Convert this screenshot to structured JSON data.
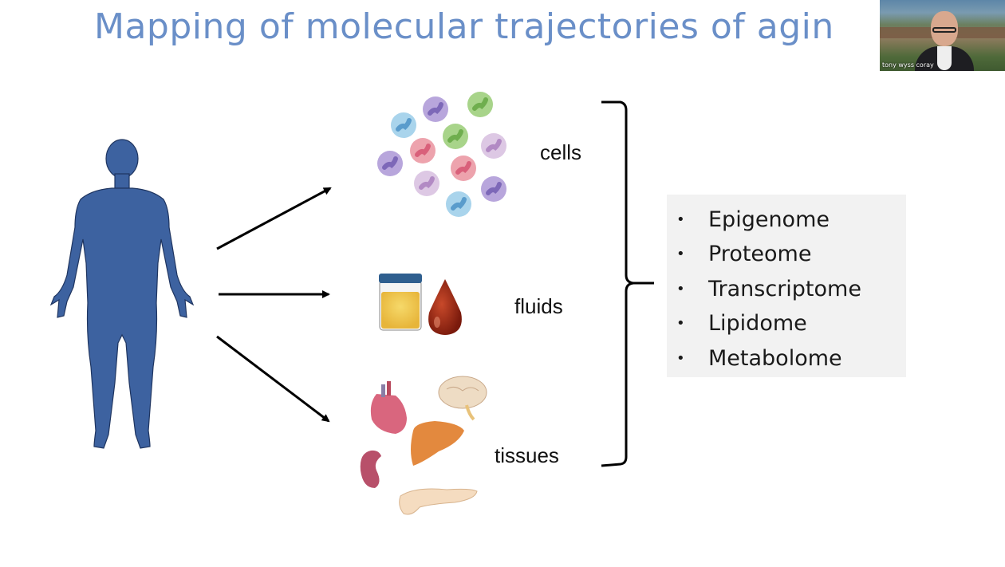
{
  "slide": {
    "title": "Mapping of molecular trajectories of agin",
    "title_color": "#6a8fc8",
    "sources": [
      {
        "label": "cells",
        "icon": "blood-cells-icon"
      },
      {
        "label": "fluids",
        "icon": "urine-cup-and-blood-drop-icon"
      },
      {
        "label": "tissues",
        "icon": "organs-icon"
      }
    ],
    "omics_list": {
      "bullet": "•",
      "items": [
        "Epigenome",
        "Proteome",
        "Transcriptome",
        "Lipidome",
        "Metabolome"
      ]
    },
    "human_figure_color": "#3d62a0"
  },
  "video_overlay": {
    "participant_name": "tony wyss coray"
  }
}
